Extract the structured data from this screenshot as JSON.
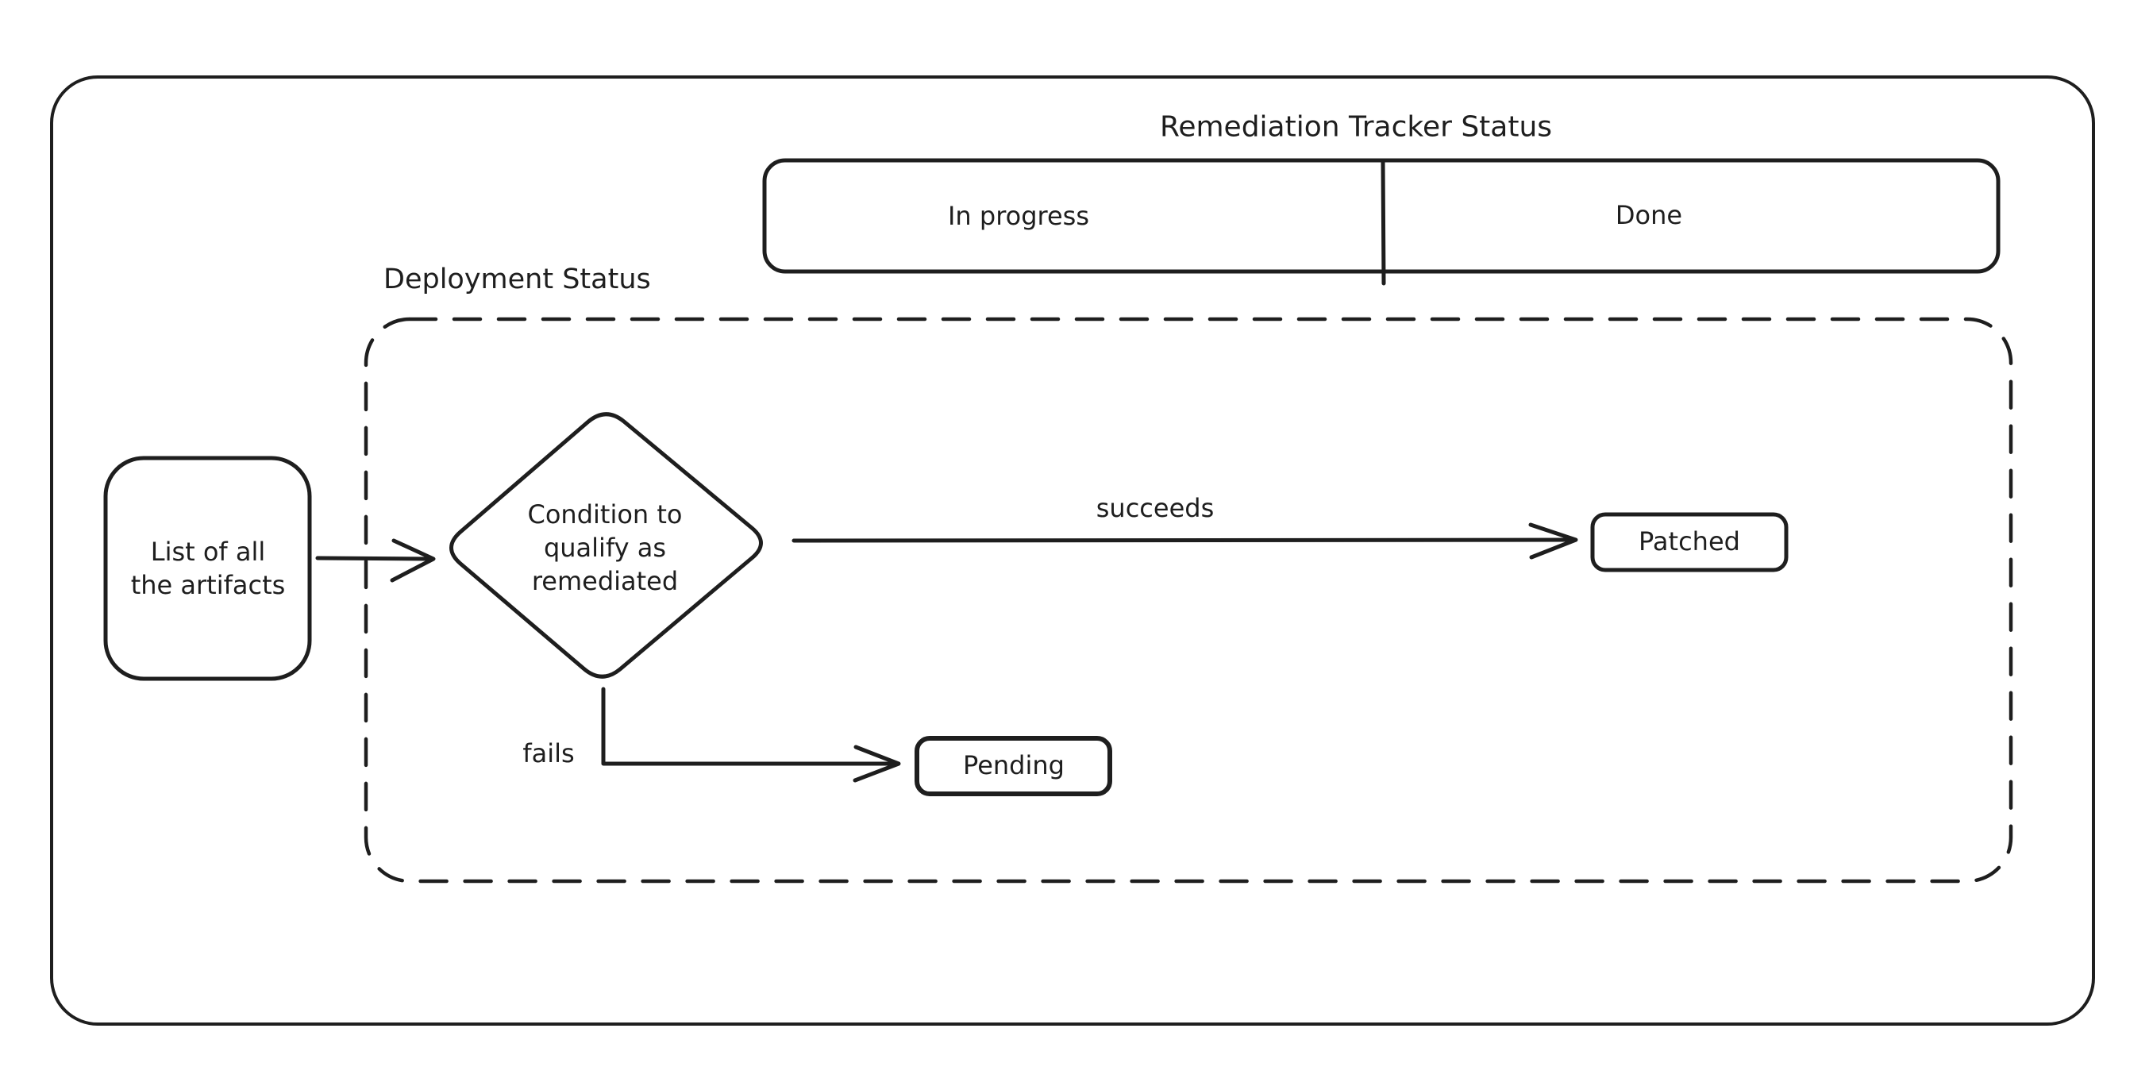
{
  "colors": {
    "ink": "#1e1e1e",
    "background": "#ffffff"
  },
  "diagram": {
    "tracker": {
      "title": "Remediation Tracker Status",
      "columns": [
        {
          "label": "In progress"
        },
        {
          "label": "Done"
        }
      ]
    },
    "deployment": {
      "label": "Deployment Status",
      "nodes": {
        "source": "List of all\nthe artifacts",
        "condition": "Condition to\nqualify as\nremediated",
        "patched": "Patched",
        "pending": "Pending"
      },
      "edges": {
        "succeeds": "succeeds",
        "fails": "fails"
      }
    }
  }
}
